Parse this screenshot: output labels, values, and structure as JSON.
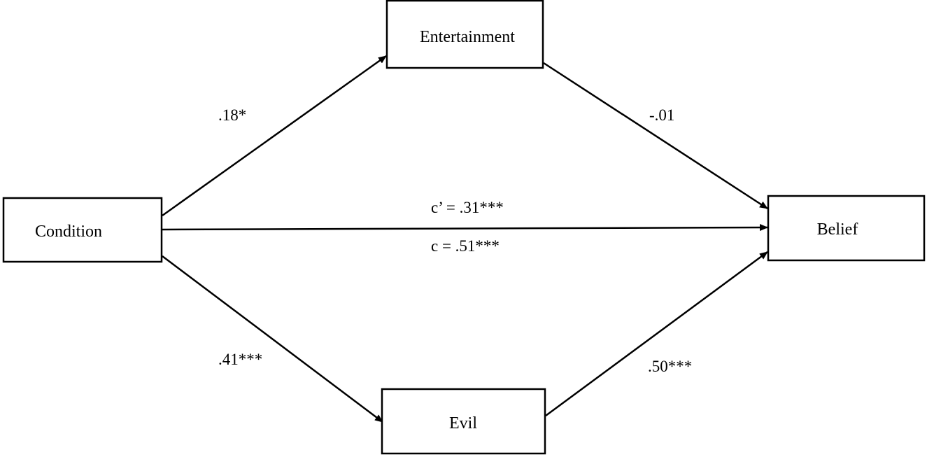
{
  "diagram": {
    "nodes": {
      "condition": "Condition",
      "entertainment": "Entertainment",
      "evil": "Evil",
      "belief": "Belief"
    },
    "paths": {
      "condition_to_entertainment": ".18*",
      "entertainment_to_belief": "-.01",
      "condition_to_evil": ".41***",
      "evil_to_belief": ".50***",
      "direct_effect": "c’ = .31***",
      "total_effect": "c = .51***"
    }
  },
  "colors": {
    "stroke": "#000000",
    "background": "#ffffff"
  }
}
